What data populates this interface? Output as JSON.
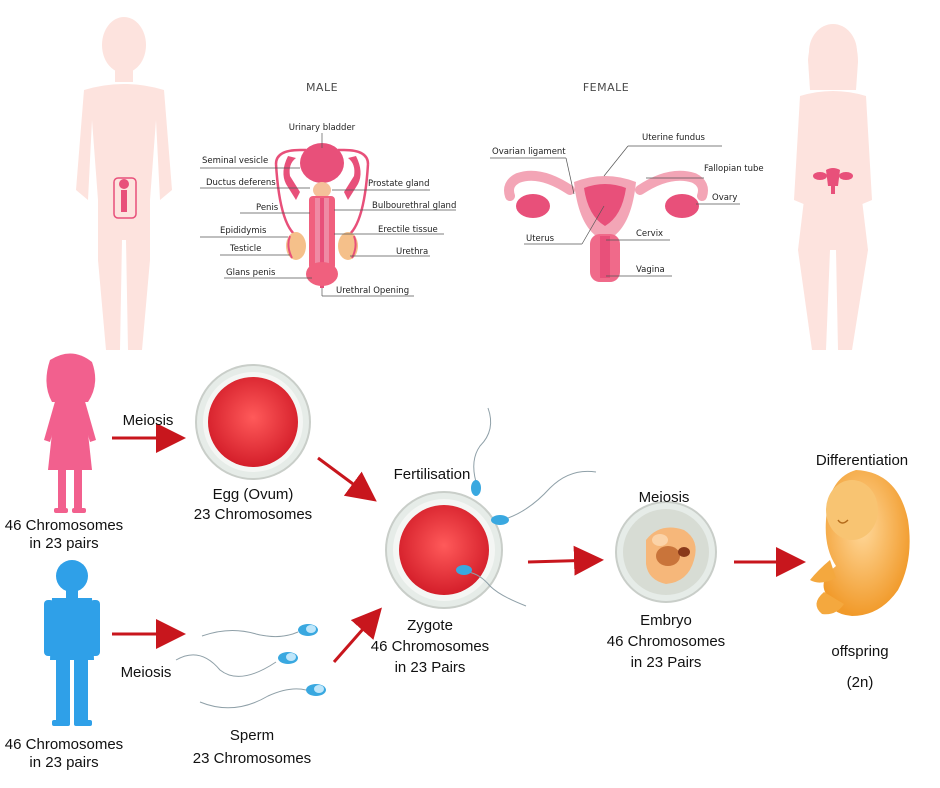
{
  "headers": {
    "male": "MALE",
    "female": "FEMALE"
  },
  "male_labels": [
    "Urinary bladder",
    "Seminal vesicle",
    "Ductus deferens",
    "Penis",
    "Epididymis",
    "Testicle",
    "Glans penis",
    "Prostate gland",
    "Bulbourethral gland",
    "Erectile tissue",
    "Urethra",
    "Urethral Opening"
  ],
  "female_labels": [
    "Ovarian ligament",
    "Uterine fundus",
    "Fallopian tube",
    "Ovary",
    "Uterus",
    "Cervix",
    "Vagina"
  ],
  "flow": {
    "meiosis_top": "Meiosis",
    "meiosis_bottom": "Meiosis",
    "female_chrom_1": "46 Chromosomes",
    "female_chrom_2": "in 23 pairs",
    "male_chrom_1": "46 Chromosomes",
    "male_chrom_2": "in 23 pairs",
    "egg_1": "Egg (Ovum)",
    "egg_2": "23 Chromosomes",
    "sperm_1": "Sperm",
    "sperm_2": "23 Chromosomes",
    "fertilisation": "Fertilisation",
    "zygote_1": "Zygote",
    "zygote_2": "46 Chromosomes",
    "zygote_3": "in 23 Pairs",
    "meiosis_mid": "Meiosis",
    "embryo_1": "Embryo",
    "embryo_2": "46 Chromosomes",
    "embryo_3": "in 23 Pairs",
    "differentiation": "Differentiation",
    "offspring_1": "offspring",
    "offspring_2": "(2n)"
  },
  "colors": {
    "body_silhouette": "#fde3de",
    "organ": "#e8507a",
    "girl": "#f2608e",
    "boy": "#2fa0e8",
    "arrow": "#c8161d",
    "egg": "#e02b34",
    "fetus": "#f6b04a"
  }
}
